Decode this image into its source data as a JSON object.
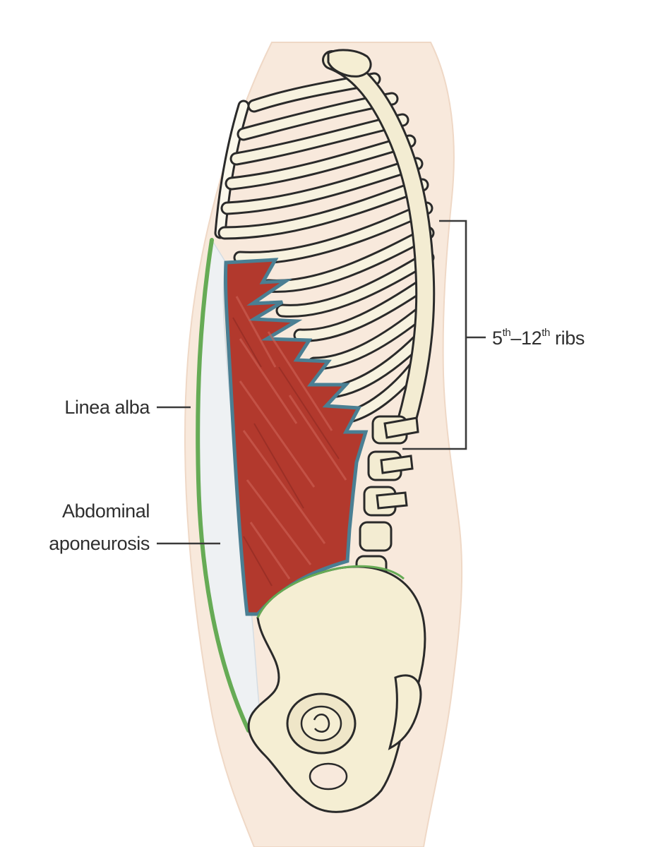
{
  "labels": {
    "ribs_main": "5",
    "ribs_sup1": "th",
    "ribs_dash": "–12",
    "ribs_sup2": "th",
    "ribs_tail": " ribs",
    "linea_alba": "Linea alba",
    "abdominal_line1": "Abdominal",
    "abdominal_line2": "aponeurosis"
  },
  "colors": {
    "skin": "#f8e9dc",
    "skin_edge": "#efd8c6",
    "muscle": "#b2392d",
    "muscle_dark": "#8e2a22",
    "muscle_border": "#4a7f93",
    "linea_alba": "#66ab55",
    "aponeurosis": "#eef1f3",
    "bone": "#f5eed3",
    "outline": "#2a2a2a"
  }
}
